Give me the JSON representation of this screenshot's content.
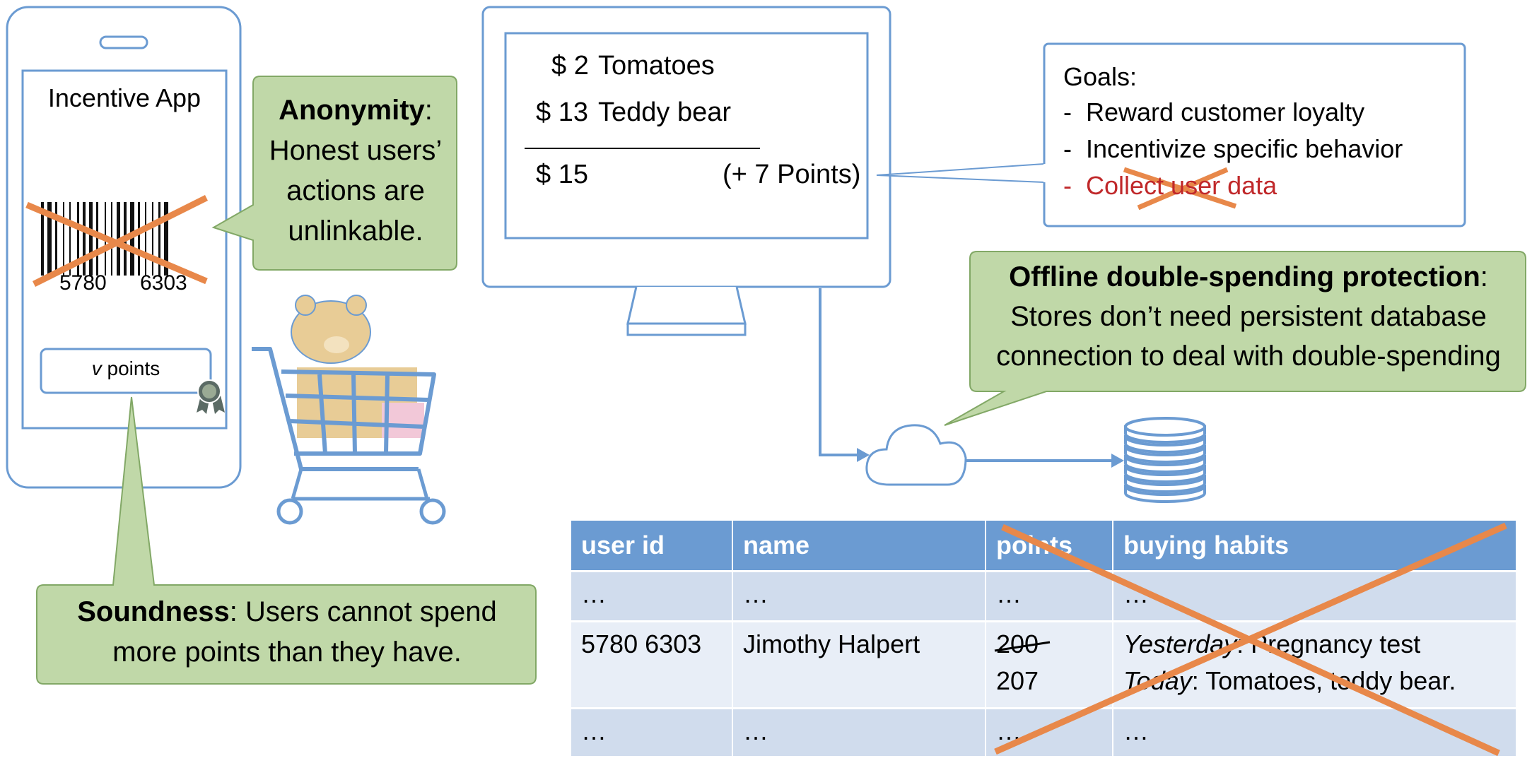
{
  "phone": {
    "app_title": "Incentive App",
    "barcode_number_left": "5780",
    "barcode_number_right": "6303",
    "points_prefix": "v",
    "points_label": "points"
  },
  "callouts": {
    "anonymity": {
      "heading": "Anonymity",
      "text_lines": [
        "Honest users’",
        "actions are",
        "unlinkable."
      ]
    },
    "soundness": {
      "heading": "Soundness",
      "text_line1": ": Users cannot spend",
      "text_line2": "more points than they have."
    },
    "offline": {
      "heading": "Offline double-spending protection",
      "text_line1": "Stores don’t need persistent database",
      "text_line2": "connection to deal with double-spending"
    }
  },
  "receipt": {
    "items": [
      {
        "price": "$ 2",
        "name": "Tomatoes"
      },
      {
        "price": "$ 13",
        "name": "Teddy bear"
      }
    ],
    "total": "$ 15",
    "points_earned": "(+ 7 Points)"
  },
  "goals": {
    "title": "Goals:",
    "items": [
      {
        "dash": "-",
        "text": "Reward customer loyalty",
        "crossed": false
      },
      {
        "dash": "-",
        "text": "Incentivize specific behavior",
        "crossed": false
      },
      {
        "dash": "-",
        "text": "Collect user data",
        "crossed": true
      }
    ]
  },
  "table": {
    "headers": [
      "user id",
      "name",
      "points",
      "buying habits"
    ],
    "row1": [
      "…",
      "…",
      "…",
      "…"
    ],
    "row2": {
      "user_id": "5780 6303",
      "name": "Jimothy Halpert",
      "points_old": "200",
      "points_new": "207",
      "habit1_label": "Yesterday",
      "habit1_text": ": Pregnancy test",
      "habit2_label": "Today",
      "habit2_text": ": Tomatoes, teddy bear."
    },
    "row3": [
      "…",
      "…",
      "…",
      "…"
    ]
  },
  "colors": {
    "outline_blue": "#6b9bd2",
    "callout_green": "#c0d8a8",
    "callout_border": "#82a866",
    "cross_orange": "#e8884a",
    "red_text": "#c0282a",
    "teddy_tan": "#e8cc96"
  }
}
